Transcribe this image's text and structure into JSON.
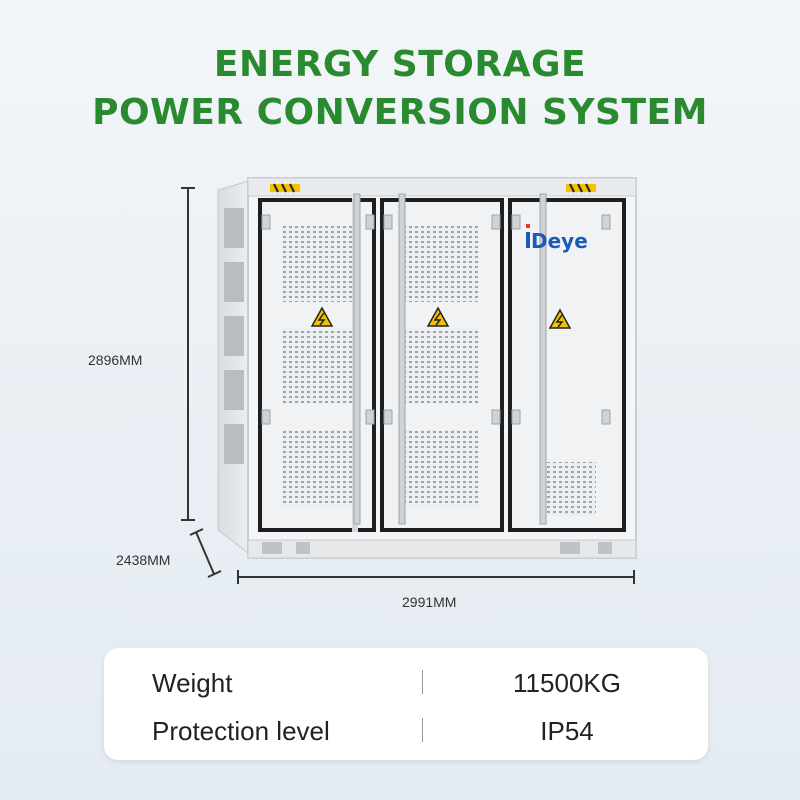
{
  "title": {
    "line1": "ENERGY STORAGE",
    "line2": "POWER CONVERSION SYSTEM"
  },
  "brand": {
    "logo_text": "Deye"
  },
  "dimensions": {
    "height": "2896MM",
    "depth": "2438MM",
    "width": "2991MM"
  },
  "specs": [
    {
      "label": "Weight",
      "value": "11500KG"
    },
    {
      "label": "Protection level",
      "value": "IP54"
    }
  ],
  "colors": {
    "title_green": "#2a8a2f",
    "brand_blue": "#1a5bb8",
    "hazard_yellow": "#f2c200"
  }
}
